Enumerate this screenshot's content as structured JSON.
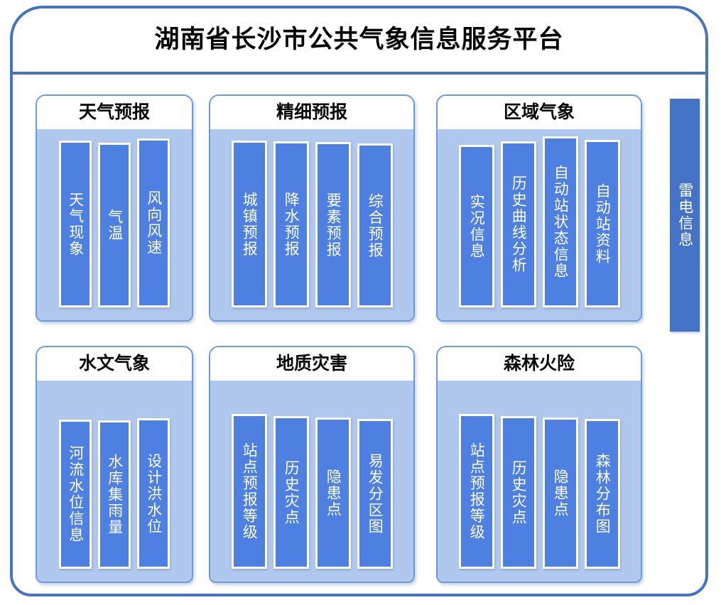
{
  "platform": {
    "title": "湖南省长沙市公共气象信息服务平台",
    "frame_border_color": "#4472c4",
    "group_body_color": "#b0c8ee",
    "item_color": "#4d80e0",
    "standalone_color": "#4472c4"
  },
  "groups": [
    {
      "id": "weather-forecast",
      "title": "天气预报",
      "items": [
        {
          "label": "天气现象"
        },
        {
          "label": "气温"
        },
        {
          "label": "风向风速"
        }
      ]
    },
    {
      "id": "fine-forecast",
      "title": "精细预报",
      "items": [
        {
          "label": "城镇预报"
        },
        {
          "label": "降水预报"
        },
        {
          "label": "要素预报"
        },
        {
          "label": "综合预报"
        }
      ]
    },
    {
      "id": "regional-meteorology",
      "title": "区域气象",
      "items": [
        {
          "label": "实况信息"
        },
        {
          "label": "历史曲线分析"
        },
        {
          "label": "自动站状态信息"
        },
        {
          "label": "自动站资料"
        }
      ]
    },
    {
      "id": "hydrological-meteorology",
      "title": "水文气象",
      "items": [
        {
          "label": "河流水位信息"
        },
        {
          "label": "水库集雨量"
        },
        {
          "label": "设计洪水位"
        }
      ]
    },
    {
      "id": "geological-disaster",
      "title": "地质灾害",
      "items": [
        {
          "label": "站点预报等级"
        },
        {
          "label": "历史灾点"
        },
        {
          "label": "隐患点"
        },
        {
          "label": "易发分区图"
        }
      ]
    },
    {
      "id": "forest-fire-risk",
      "title": "森林火险",
      "items": [
        {
          "label": "站点预报等级"
        },
        {
          "label": "历史灾点"
        },
        {
          "label": "隐患点"
        },
        {
          "label": "森林分布图"
        }
      ]
    }
  ],
  "standalone": {
    "id": "lightning-info",
    "label": "雷电信息"
  }
}
